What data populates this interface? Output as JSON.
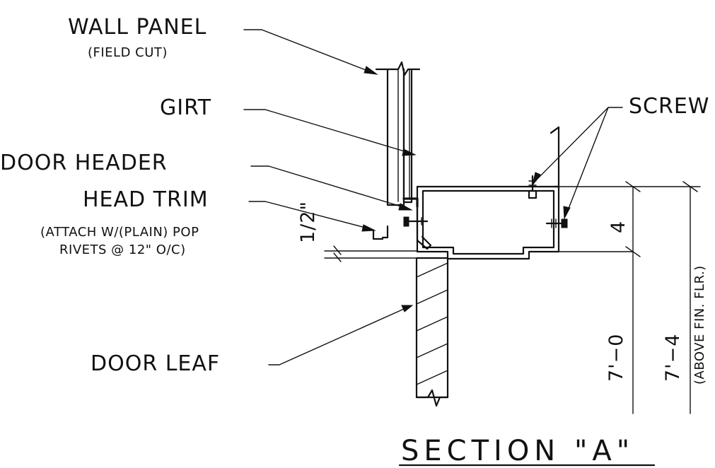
{
  "drawing": {
    "labels": {
      "wall_panel": "WALL PANEL",
      "field_cut": "(FIELD CUT)",
      "girt": "GIRT",
      "door_header": "DOOR HEADER",
      "head_trim": "HEAD TRIM",
      "attach_line_1": "(ATTACH W/(PLAIN) POP",
      "attach_line_2": "RIVETS @ 12\" O/C)",
      "door_leaf": "DOOR LEAF",
      "screw": "SCREW"
    },
    "dimensions": {
      "gap": "1/2\"",
      "header_depth": "4",
      "door_height": "7'−0",
      "opening_height": "7'−4",
      "above_floor": "(ABOVE FIN. FLR.)"
    },
    "title": "SECTION \"A\""
  }
}
